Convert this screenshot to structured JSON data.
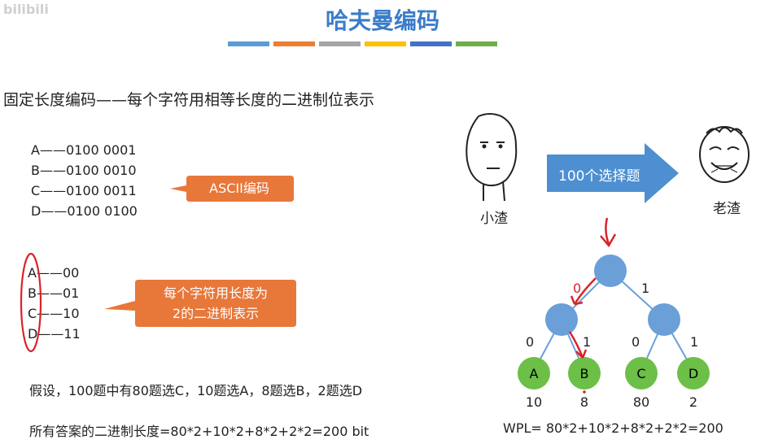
{
  "watermark": "bilibili",
  "title": "哈夫曼编码",
  "title_bar_colors": [
    "#5b9bd5",
    "#ed7d31",
    "#a5a5a5",
    "#ffc000",
    "#4472c4",
    "#70ad47"
  ],
  "heading": "固定长度编码——每个字符用相等长度的二进制位表示",
  "ascii_codes": [
    "A——0100 0001",
    "B——0100 0010",
    "C——0100 0011",
    "D——0100 0100"
  ],
  "ascii_callout": "ASCII编码",
  "two_bit_codes": [
    {
      "letter": "A",
      "code": "——00"
    },
    {
      "letter": "B",
      "code": "——01"
    },
    {
      "letter": "C",
      "code": "——10"
    },
    {
      "letter": "D",
      "code": "——11"
    }
  ],
  "two_bit_callout": [
    "每个字符用长度为",
    "2的二进制表示"
  ],
  "assumption": "假设，100题中有80题选C，10题选A，8题选B，2题选D",
  "total_length": "所有答案的二进制长度=80*2+10*2+8*2+2*2=200 bit",
  "left_person": "小渣",
  "right_person": "老渣",
  "arrow_label": "100个选择题",
  "tree": {
    "left_edge": "0",
    "right_edge": "1",
    "leaves": [
      {
        "letter": "A",
        "weight": "10",
        "edge": "0"
      },
      {
        "letter": "B",
        "weight": "8",
        "edge": "1"
      },
      {
        "letter": "C",
        "weight": "80",
        "edge": "0"
      },
      {
        "letter": "D",
        "weight": "2",
        "edge": "1"
      }
    ],
    "wpl": "WPL= 80*2+10*2+8*2+2*2=200"
  },
  "colors": {
    "title": "#3b7cc9",
    "callout": "#e8773a",
    "arrow": "#4d8fd1",
    "internal_node": "#6a9fd8",
    "leaf_node": "#6cbf47",
    "annotation": "#d9232a"
  }
}
